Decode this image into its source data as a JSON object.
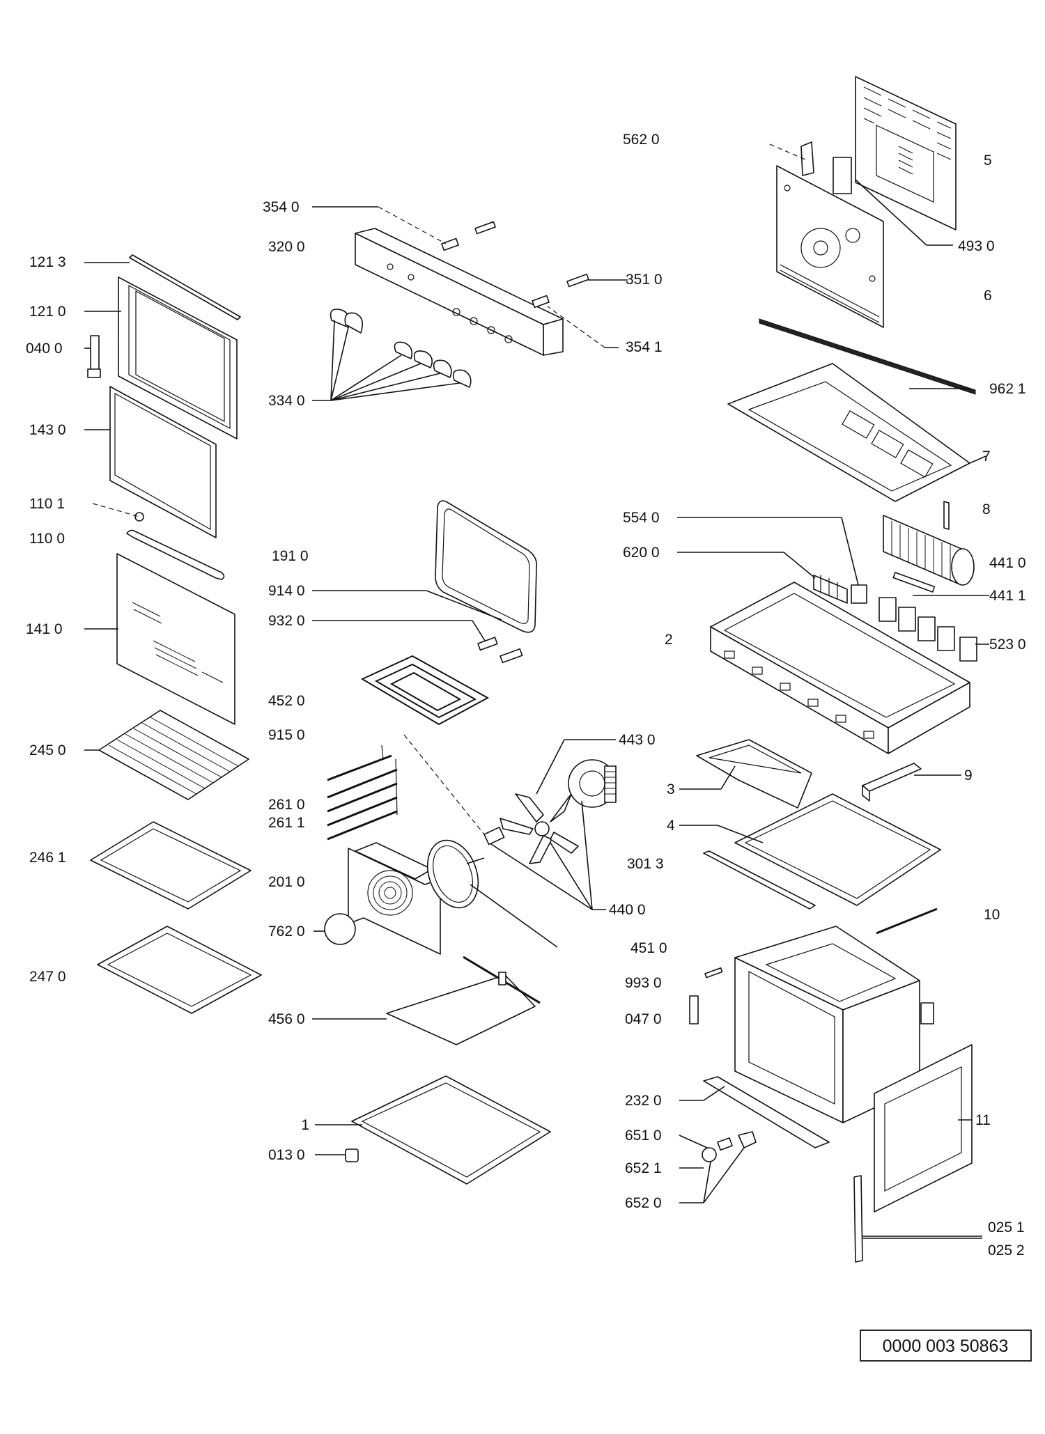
{
  "labels": {
    "l5620": "562 0",
    "l5": "5",
    "l3540": "354 0",
    "l3200": "320 0",
    "l4930": "493 0",
    "l1213": "121 3",
    "l3510": "351 0",
    "l1210": "121 0",
    "l6": "6",
    "l0400": "040 0",
    "l3541": "354 1",
    "l9621": "962 1",
    "l3340": "334 0",
    "l1430": "143 0",
    "l7": "7",
    "l8": "8",
    "l1101": "110 1",
    "l5540": "554 0",
    "l1100": "110 0",
    "l6200": "620 0",
    "l4410": "441 0",
    "l1910": "191 0",
    "l9140": "914 0",
    "l4411": "441 1",
    "l9320": "932 0",
    "l1410": "141 0",
    "l2": "2",
    "l5230": "523 0",
    "l4520": "452 0",
    "l9150": "915 0",
    "l4430": "443 0",
    "l2450": "245 0",
    "l9": "9",
    "l3": "3",
    "l2610": "261 0",
    "l2611": "261 1",
    "l4": "4",
    "l2461": "246 1",
    "l3013": "301 3",
    "l2010": "201 0",
    "l4400": "440 0",
    "l10": "10",
    "l7620": "762 0",
    "l4510": "451 0",
    "l2470": "247 0",
    "l9930": "993 0",
    "l0470": "047 0",
    "l4560": "456 0",
    "l2320": "232 0",
    "l11": "11",
    "l1": "1",
    "l6510": "651 0",
    "l0130": "013 0",
    "l6521": "652 1",
    "l6520": "652 0",
    "l0251": "025 1",
    "l0252": "025 2"
  },
  "drawing_code": "0000 003 50863"
}
